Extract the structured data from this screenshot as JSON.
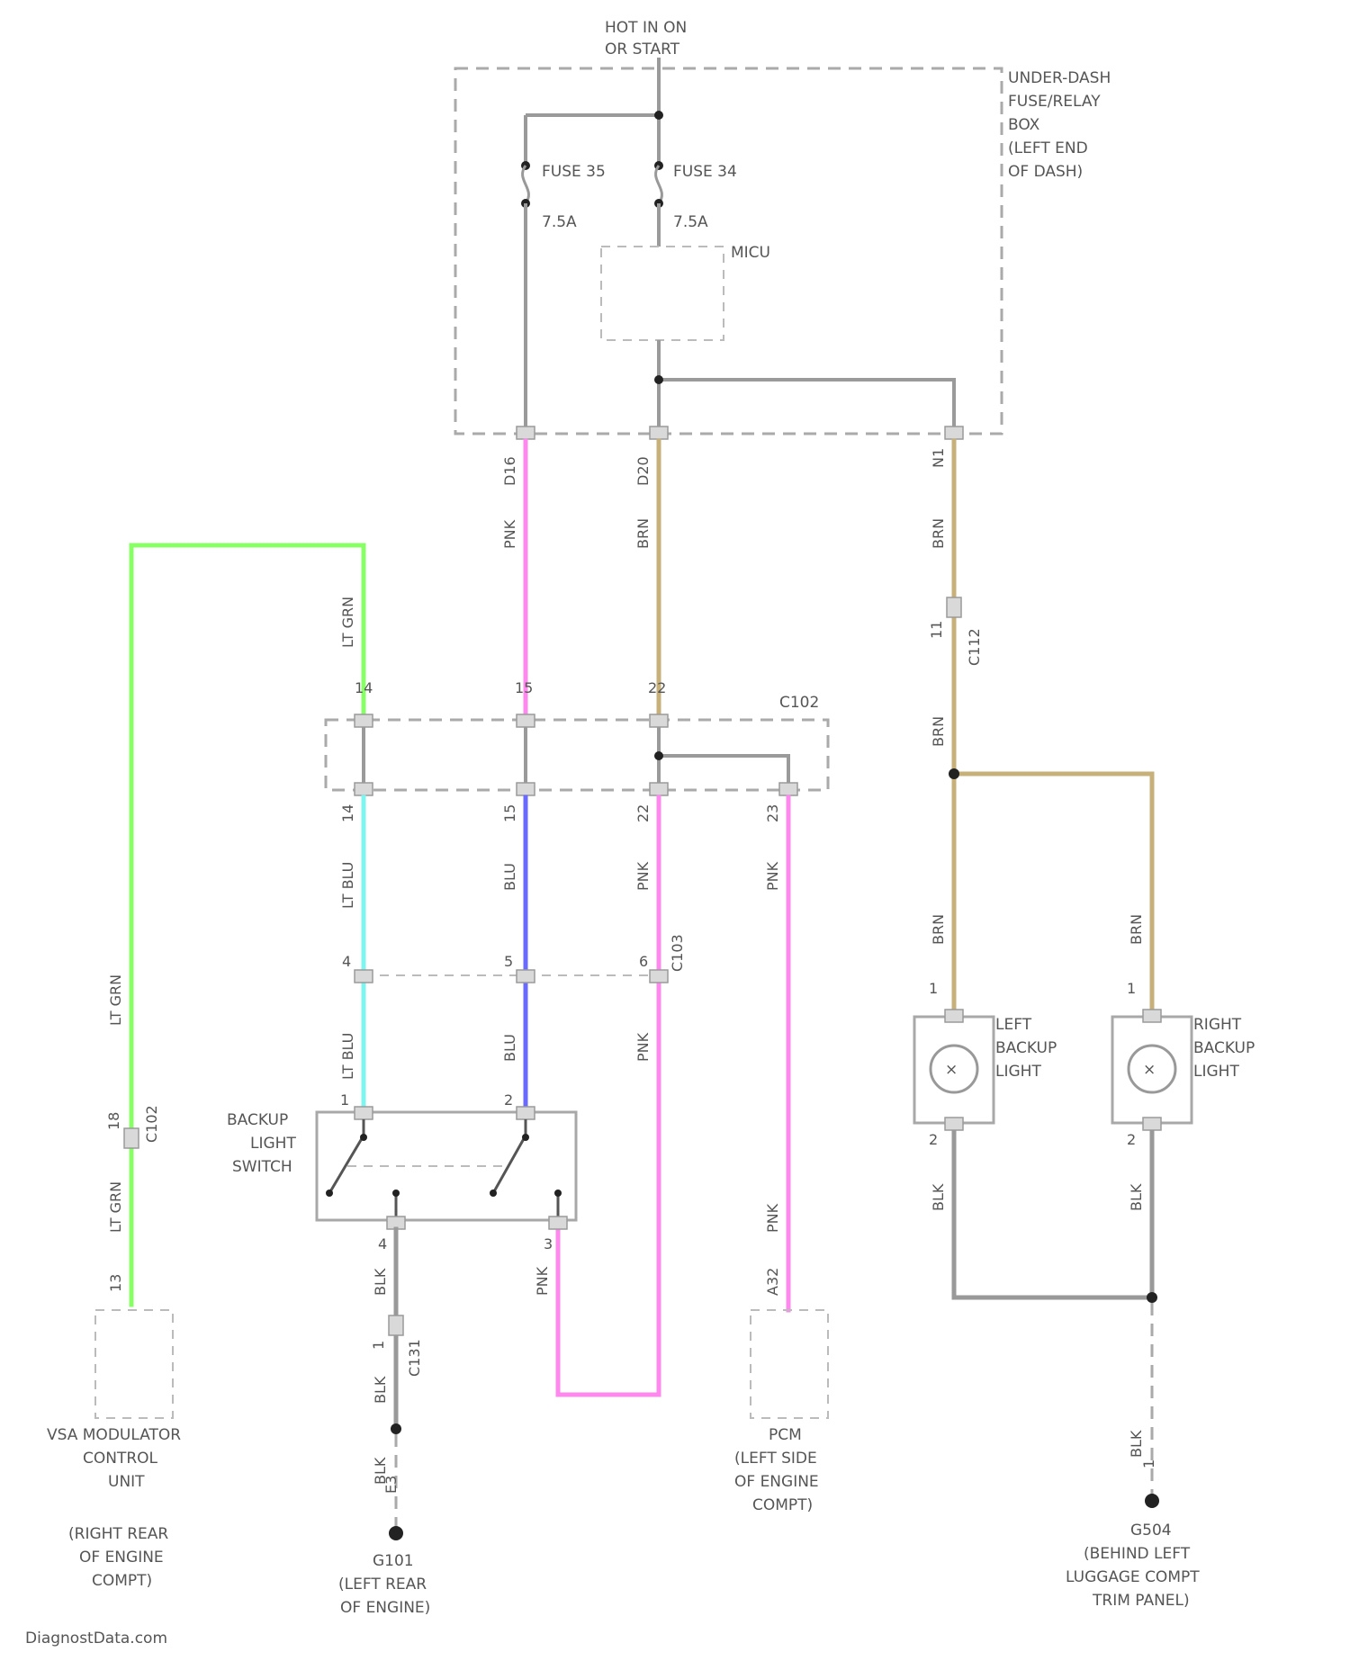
{
  "colors": {
    "pink": "#ff88ee",
    "tan": "#c8b07a",
    "light_green": "#88ff66",
    "cyan": "#7ff5f0",
    "blue": "#6a6aff",
    "gray": "#999999",
    "black": "#222222"
  },
  "labels": {
    "hot_in_on": "HOT IN ON",
    "or_start": "OR START",
    "fuse_box": [
      "UNDER-DASH",
      "FUSE/RELAY",
      "BOX",
      "(LEFT END",
      "OF DASH)"
    ],
    "fuse_a": "FUSE 35",
    "fuse_a_rating": "7.5A",
    "fuse_b": "FUSE 34",
    "fuse_b_rating": "7.5A",
    "micu": "MICU",
    "connector_c102": "C102",
    "connector_c112": "C112",
    "connector_c103": "C103",
    "connector_c131": "C131",
    "connector_c102b": "C102",
    "backup_light_switch": [
      "BACKUP",
      "LIGHT",
      "SWITCH"
    ],
    "left_backup_light": [
      "LEFT",
      "BACKUP",
      "LIGHT"
    ],
    "right_backup_light": [
      "RIGHT",
      "BACKUP",
      "LIGHT"
    ],
    "vsa_unit": [
      "VSA MODULATOR",
      "CONTROL",
      "UNIT"
    ],
    "vsa_location": [
      "(RIGHT REAR",
      "OF ENGINE",
      "COMPT)"
    ],
    "ground_g101": [
      "G101",
      "(LEFT REAR",
      "OF ENGINE)"
    ],
    "pcm": [
      "PCM",
      "(LEFT SIDE",
      "OF ENGINE",
      "COMPT)"
    ],
    "ground_g504": [
      "G504",
      "(BEHIND LEFT",
      "LUGGAGE COMPT",
      "TRIM PANEL)"
    ],
    "watermark": "DiagnostData.com"
  },
  "wire_labels": {
    "pnk_top": "PNK",
    "pnk_top_pin": "D16",
    "brn_top": "BRN",
    "brn_top_pin": "D20",
    "brn_right": "BRN",
    "brn_right_pin": "N1",
    "ltgrn_top": "LT GRN",
    "ltblu_mid": "LT BLU",
    "blu_mid": "BLU",
    "pnk_mid": "PNK",
    "pnk_pcm": "PNK",
    "ltblu_low": "LT BLU",
    "blu_low": "BLU",
    "pnk_low": "PNK",
    "ltgrn_mid": "LT GRN",
    "ltgrn_low": "LT GRN",
    "pnk_switch": "PNK",
    "blk_switch": "BLK",
    "blk_c131": "BLK",
    "blk_g101": "BLK",
    "pnk_pcm_low": "PNK",
    "brn_c112": "BRN",
    "brn_left": "BRN",
    "brn_right_lamp": "BRN",
    "blk_left": "BLK",
    "blk_right": "BLK",
    "blk_g504": "BLK"
  },
  "pin_numbers": {
    "c102_a": "14",
    "c102_b": "15",
    "c102_c": "22",
    "c102_d": "14",
    "c102_e": "15",
    "c102_f": "22",
    "c102_g": "23",
    "c103_a": "4",
    "c103_b": "5",
    "c103_c": "6",
    "c112": "11",
    "switch_a": "1",
    "switch_b": "2",
    "switch_c": "4",
    "switch_d": "3",
    "vsa_pin": "13",
    "vsa_c102": "18",
    "c131": "1",
    "g101_pin": "E3",
    "pcm_pin": "A32",
    "lamp_l_top": "1",
    "lamp_l_bot": "2",
    "lamp_r_top": "1",
    "lamp_r_bot": "2",
    "g504_pin": "1"
  }
}
